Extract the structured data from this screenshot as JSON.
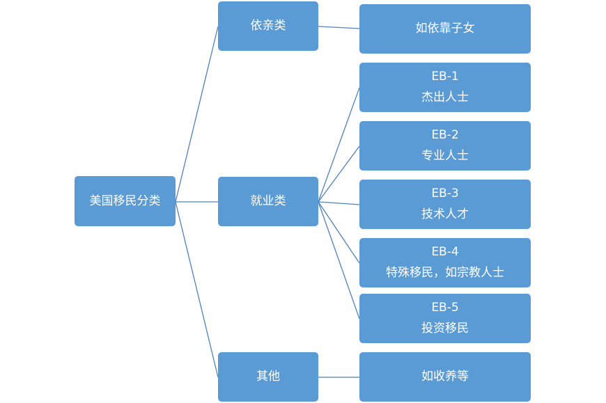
{
  "diagram": {
    "root": {
      "label": "美国移民分类"
    },
    "categories": [
      {
        "label": "依亲类"
      },
      {
        "label": "就业类"
      },
      {
        "label": "其他"
      }
    ],
    "leaves": {
      "family": {
        "line1": "如依靠子女"
      },
      "eb1": {
        "line1": "EB-1",
        "line2": "杰出人士"
      },
      "eb2": {
        "line1": "EB-2",
        "line2": "专业人士"
      },
      "eb3": {
        "line1": "EB-3",
        "line2": "技术人才"
      },
      "eb4": {
        "line1": "EB-4",
        "line2": "特殊移民，如宗教人士"
      },
      "eb5": {
        "line1": "EB-5",
        "line2": "投资移民"
      },
      "other": {
        "line1": "如收养等"
      }
    },
    "colors": {
      "node_fill": "#5b9bd5",
      "node_text": "#ffffff",
      "connector": "#4f81bd"
    }
  }
}
